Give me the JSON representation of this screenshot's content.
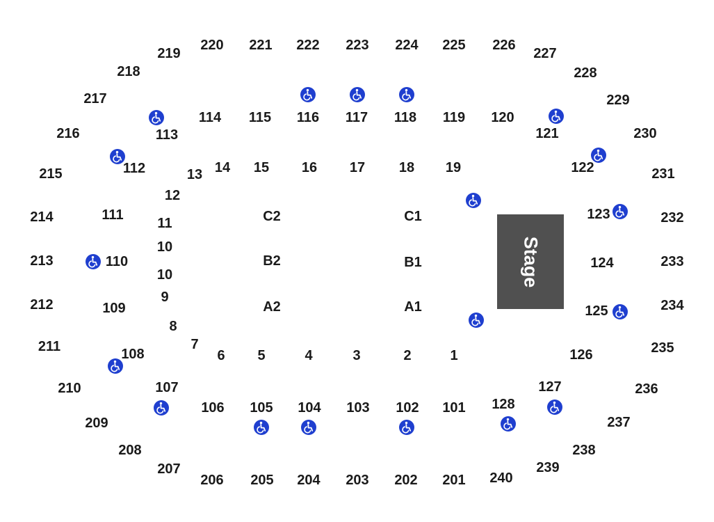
{
  "stage": {
    "label": "Stage",
    "color": "#505050",
    "text_color": "#ffffff"
  },
  "colors": {
    "section_text": "#1a1a1a",
    "accessible_icon": "#1f3fcf",
    "background": "#ffffff"
  },
  "icon": "wheelchair-accessible-icon",
  "sections_200": [
    "219",
    "220",
    "221",
    "222",
    "223",
    "224",
    "225",
    "226",
    "227",
    "218",
    "228",
    "217",
    "229",
    "216",
    "230",
    "215",
    "231",
    "214",
    "232",
    "213",
    "233",
    "212",
    "234",
    "211",
    "235",
    "210",
    "236",
    "209",
    "237",
    "208",
    "238",
    "207",
    "239",
    "206",
    "205",
    "204",
    "203",
    "202",
    "201",
    "240"
  ],
  "sections_100": [
    "114",
    "115",
    "116",
    "117",
    "118",
    "119",
    "120",
    "113",
    "121",
    "112",
    "122",
    "111",
    "123",
    "110",
    "124",
    "109",
    "125",
    "108",
    "126",
    "107",
    "127",
    "106",
    "105",
    "104",
    "103",
    "102",
    "101",
    "128"
  ],
  "sections_floor": [
    "13",
    "14",
    "15",
    "16",
    "17",
    "18",
    "19",
    "12",
    "11",
    "10",
    "10",
    "9",
    "8",
    "7",
    "6",
    "5",
    "4",
    "3",
    "2",
    "1"
  ],
  "sections_center": [
    "C2",
    "C1",
    "B2",
    "B1",
    "A2",
    "A1"
  ]
}
